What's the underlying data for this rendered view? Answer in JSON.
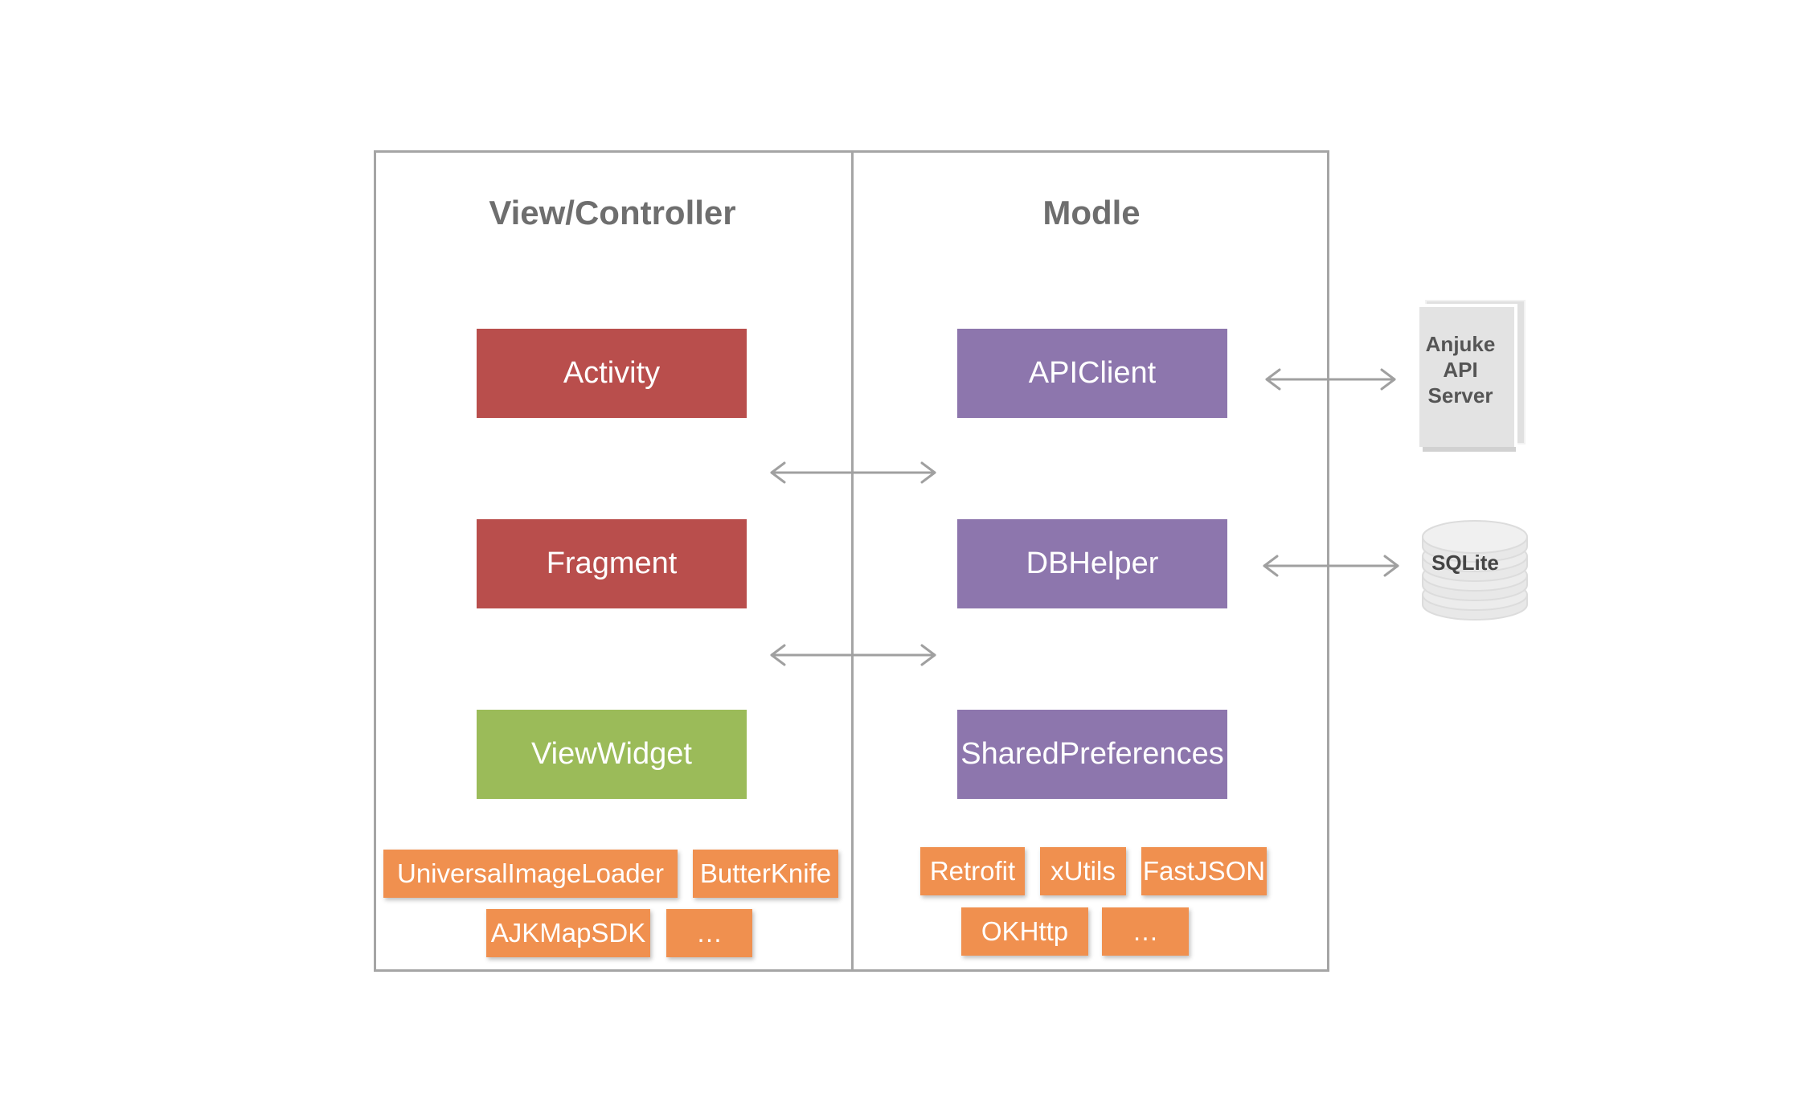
{
  "columns": {
    "view_controller": "View/Controller",
    "model": "Modle"
  },
  "view_blocks": [
    {
      "label": "Activity",
      "color": "#b94e4c"
    },
    {
      "label": "Fragment",
      "color": "#b94e4c"
    },
    {
      "label": "ViewWidget",
      "color": "#9bbb59"
    }
  ],
  "model_blocks": [
    {
      "label": "APIClient",
      "color": "#8d76ad"
    },
    {
      "label": "DBHelper",
      "color": "#8d76ad"
    },
    {
      "label": "SharedPreferences",
      "color": "#8d76ad"
    }
  ],
  "view_libraries": [
    "UniversalImageLoader",
    "ButterKnife",
    "AJKMapSDK",
    "…"
  ],
  "model_libraries": [
    "Retrofit",
    "xUtils",
    "FastJSON",
    "OKHttp",
    "…"
  ],
  "library_color": "#f0904f",
  "external": {
    "server_line1": "Anjuke",
    "server_line2": "API",
    "server_line3": "Server",
    "database": "SQLite"
  }
}
